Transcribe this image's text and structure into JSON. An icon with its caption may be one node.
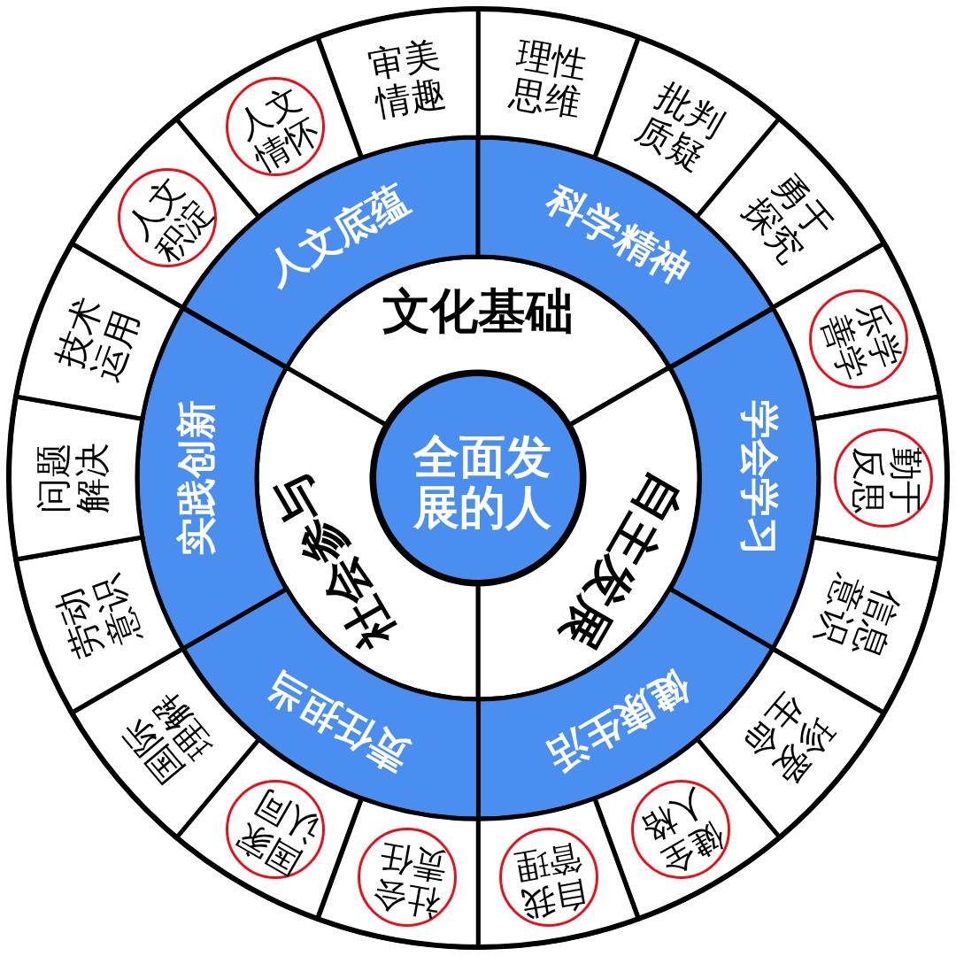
{
  "diagram": {
    "nodes": [
      {
        "text": [
          "全面发展的人"
        ]
      },
      {
        "text": [
          "文化基础"
        ]
      },
      {
        "text": [
          "自主发展"
        ]
      },
      {
        "text": [
          "社会参与"
        ]
      },
      {
        "text": [
          "人文底蕴"
        ]
      },
      {
        "text": [
          "科学精神"
        ]
      },
      {
        "text": [
          "学会学习"
        ]
      },
      {
        "text": [
          "健康生活"
        ]
      },
      {
        "text": [
          "责任担当"
        ]
      },
      {
        "text": [
          "实践创新"
        ]
      },
      {
        "text": [
          "理性思维"
        ]
      },
      {
        "text": [
          "批判质疑"
        ]
      },
      {
        "text": [
          "勇于探究"
        ]
      },
      {
        "text": [],
        "shape": "box"
      },
      {
        "text": [
          "乐学善学"
        ],
        "in": 13
      },
      {
        "text": [],
        "shape": "box"
      },
      {
        "text": [
          "勤于反思"
        ],
        "in": 15
      },
      {
        "text": [
          "信息意识"
        ]
      },
      {
        "text": [
          "珍爱生命"
        ]
      },
      {
        "text": [],
        "shape": "box"
      },
      {
        "text": [
          "健全人格"
        ],
        "in": 19
      },
      {
        "text": [],
        "shape": "box"
      },
      {
        "text": [
          "自我管理"
        ],
        "in": 21
      },
      {
        "text": [],
        "shape": "box"
      },
      {
        "text": [
          "社会责任"
        ],
        "in": 23
      },
      {
        "text": [],
        "shape": "box"
      },
      {
        "text": [
          "国家认同"
        ],
        "in": 25
      },
      {
        "text": [
          "国际理解"
        ]
      },
      {
        "text": [
          "劳动意识"
        ]
      },
      {
        "text": [
          "问题解决"
        ]
      },
      {
        "text": [
          "技术运用"
        ]
      },
      {
        "text": [],
        "shape": "box"
      },
      {
        "text": [
          "人文积淀"
        ],
        "in": 31
      },
      {
        "text": [],
        "shape": "box"
      },
      {
        "text": [
          "人文情怀"
        ],
        "in": 33
      },
      {
        "text": [
          "审美情趣"
        ]
      }
    ],
    "edges": []
  }
}
